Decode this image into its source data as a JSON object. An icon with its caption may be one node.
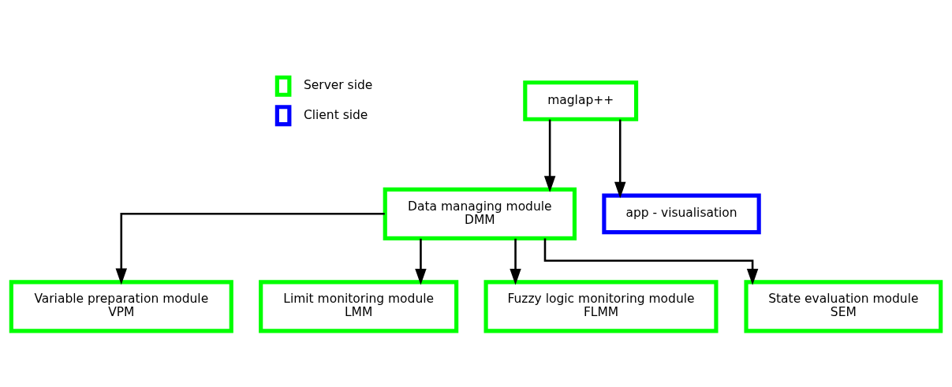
{
  "diagram": {
    "nodes": [
      {
        "text": [
          "maglap++"
        ]
      },
      {
        "text": [
          "Data managing module",
          "DMM"
        ]
      },
      {
        "text": [
          "app - visualisation"
        ]
      },
      {
        "text": [
          "Variable preparation module",
          "VPM"
        ]
      },
      {
        "text": [
          "Limit monitoring module",
          "LMM"
        ]
      },
      {
        "text": [
          "Fuzzy logic monitoring module",
          "FLMM"
        ]
      },
      {
        "text": [
          "State evaluation module",
          "SEM"
        ]
      }
    ],
    "edges": [
      {
        "from": 0,
        "to": 1,
        "arrow": "to"
      },
      {
        "from": 0,
        "to": 2,
        "arrow": "to"
      },
      {
        "from": 1,
        "to": 3,
        "arrow": "to"
      },
      {
        "from": 1,
        "to": 4,
        "arrow": "to"
      },
      {
        "from": 1,
        "to": 5,
        "arrow": "to"
      },
      {
        "from": 1,
        "to": 6,
        "arrow": "to"
      }
    ],
    "legend": [
      {
        "text": "Server side",
        "color": "#00ff00"
      },
      {
        "text": "Client side",
        "color": "#0000ff"
      }
    ]
  }
}
